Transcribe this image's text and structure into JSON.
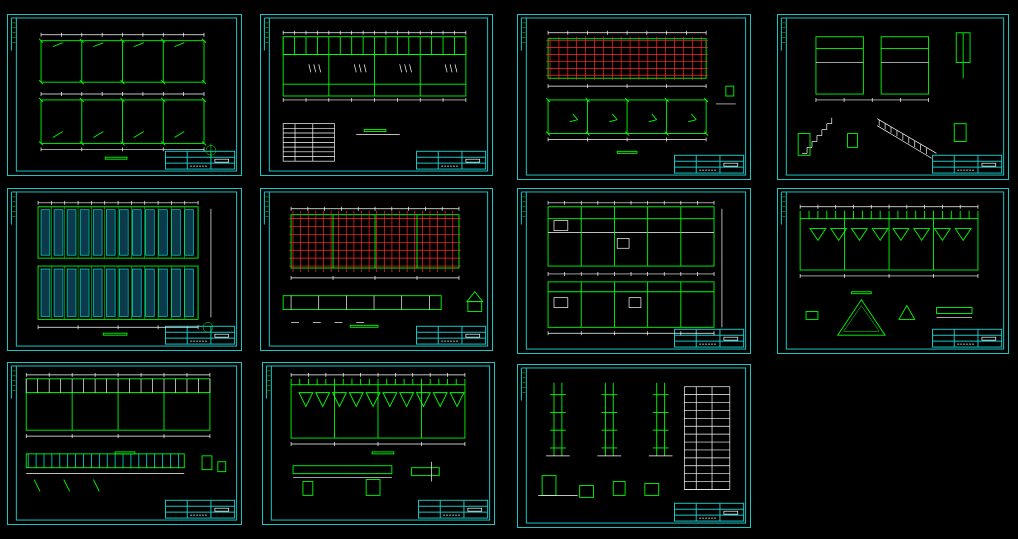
{
  "drawing_set": {
    "sheet_count": 11,
    "colors": {
      "background": "#000000",
      "sheet_frame": "#19c6c6",
      "linework": "#00ff00",
      "dimensions": "#ffffff",
      "rebar": "#ff2a2a",
      "fill": "#00ffff"
    }
  },
  "sheets": [
    {
      "id": "sheet-01",
      "kind": "plan-grid"
    },
    {
      "id": "sheet-02",
      "kind": "elevation-with-table"
    },
    {
      "id": "sheet-03",
      "kind": "rebar-plan"
    },
    {
      "id": "sheet-04",
      "kind": "detail-stairs"
    },
    {
      "id": "sheet-05",
      "kind": "roof-plan"
    },
    {
      "id": "sheet-06",
      "kind": "rebar-elevation"
    },
    {
      "id": "sheet-07",
      "kind": "plan-grid-alt"
    },
    {
      "id": "sheet-08",
      "kind": "elevation-triangle-details"
    },
    {
      "id": "sheet-09",
      "kind": "plan-and-section"
    },
    {
      "id": "sheet-10",
      "kind": "elevation-sections"
    },
    {
      "id": "sheet-11",
      "kind": "column-details-table"
    }
  ]
}
